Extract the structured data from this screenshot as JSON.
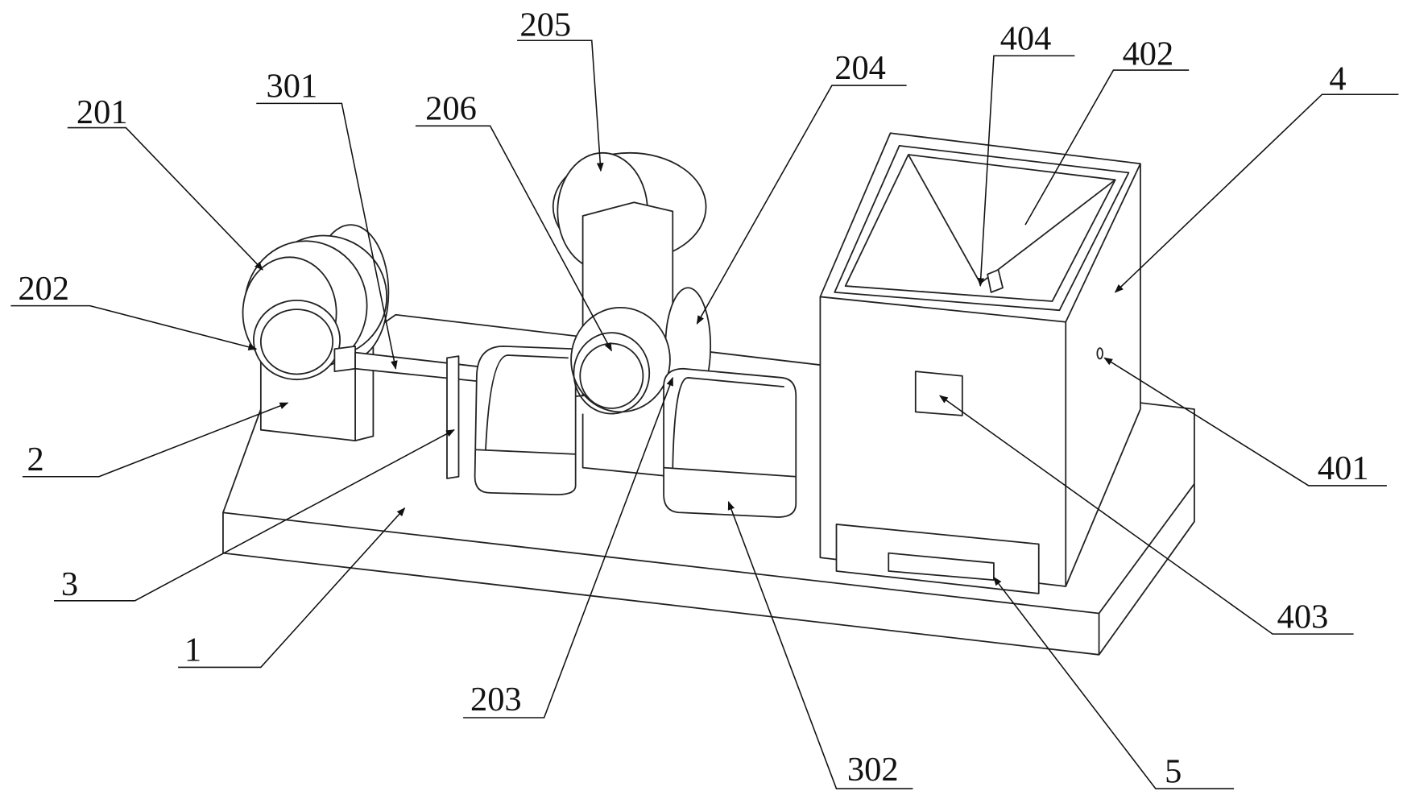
{
  "figure": {
    "labels": {
      "l1": "1",
      "l2": "2",
      "l3": "3",
      "l4": "4",
      "l5": "5",
      "l201": "201",
      "l202": "202",
      "l203": "203",
      "l204": "204",
      "l205": "205",
      "l206": "206",
      "l301": "301",
      "l302": "302",
      "l401": "401",
      "l402": "402",
      "l403": "403",
      "l404": "404"
    },
    "colors": {
      "line": "#222222",
      "background": "#ffffff"
    }
  }
}
